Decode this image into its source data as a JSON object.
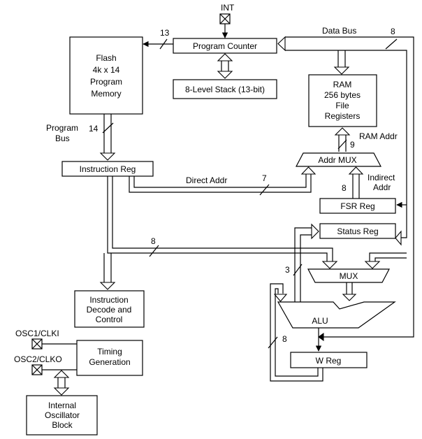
{
  "pins": {
    "int": "INT",
    "osc1": "OSC1/CLKI",
    "osc2": "OSC2/CLKO"
  },
  "blocks": {
    "flash": [
      "Flash",
      "4k x 14",
      "Program",
      "Memory"
    ],
    "program_counter": "Program Counter",
    "stack": "8-Level Stack (13-bit)",
    "ram": [
      "RAM",
      "256 bytes",
      "File",
      "Registers"
    ],
    "instruction_reg": "Instruction Reg",
    "addr_mux": "Addr MUX",
    "fsr_reg": "FSR Reg",
    "status_reg": "Status Reg",
    "mux": "MUX",
    "alu": "ALU",
    "w_reg": "W Reg",
    "instruction_decode": [
      "Instruction",
      "Decode and",
      "Control"
    ],
    "timing": [
      "Timing",
      "Generation"
    ],
    "oscillator": [
      "Internal",
      "Oscillator",
      "Block"
    ]
  },
  "labels": {
    "data_bus": "Data Bus",
    "program_bus": [
      "Program",
      "Bus"
    ],
    "ram_addr": "RAM Addr",
    "direct_addr": "Direct Addr",
    "indirect_addr": [
      "Indirect",
      "Addr"
    ]
  },
  "widths": {
    "pc_to_flash": "13",
    "data_bus": "8",
    "program_bus": "14",
    "ram_addr": "9",
    "direct_addr": "7",
    "indirect_addr": "8",
    "ir_to_mux": "8",
    "status_to_alu": "3",
    "w_feedback": "8"
  }
}
